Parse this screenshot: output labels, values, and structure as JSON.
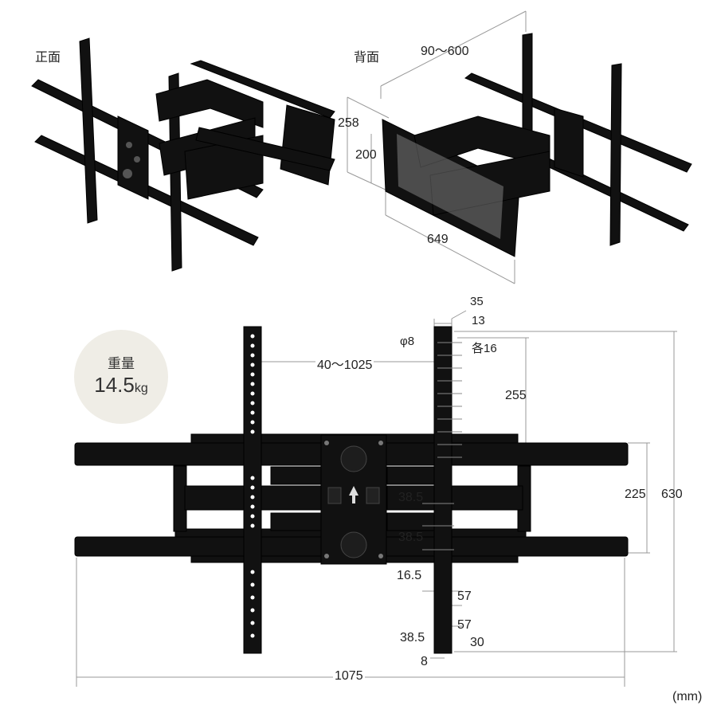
{
  "views": {
    "front_label": "正面",
    "back_label": "背面"
  },
  "weight": {
    "title": "重量",
    "value": "14.5",
    "unit": "kg"
  },
  "back_dims": {
    "arm_extension": "90〜600",
    "height_outer": "258",
    "height_inner": "200",
    "width": "649"
  },
  "front_dims": {
    "rail_width": "35",
    "rail_inner": "13",
    "hole_dia": "φ8",
    "hole_pitch": "各16",
    "arm_spacing": "40〜1025",
    "rail_upper": "255",
    "bar_spacing": "225",
    "total_height": "630",
    "plate_pitch_1": "38.5",
    "plate_pitch_2": "38.5",
    "offset_1": "16.5",
    "lower_1": "57",
    "lower_2": "57",
    "lower_3": "38.5",
    "bottom_30": "30",
    "bottom_8": "8",
    "total_width": "1075",
    "unit": "(mm)"
  },
  "colors": {
    "metal": "#111111",
    "dimension_line": "#888888",
    "badge_bg": "#efede6"
  }
}
